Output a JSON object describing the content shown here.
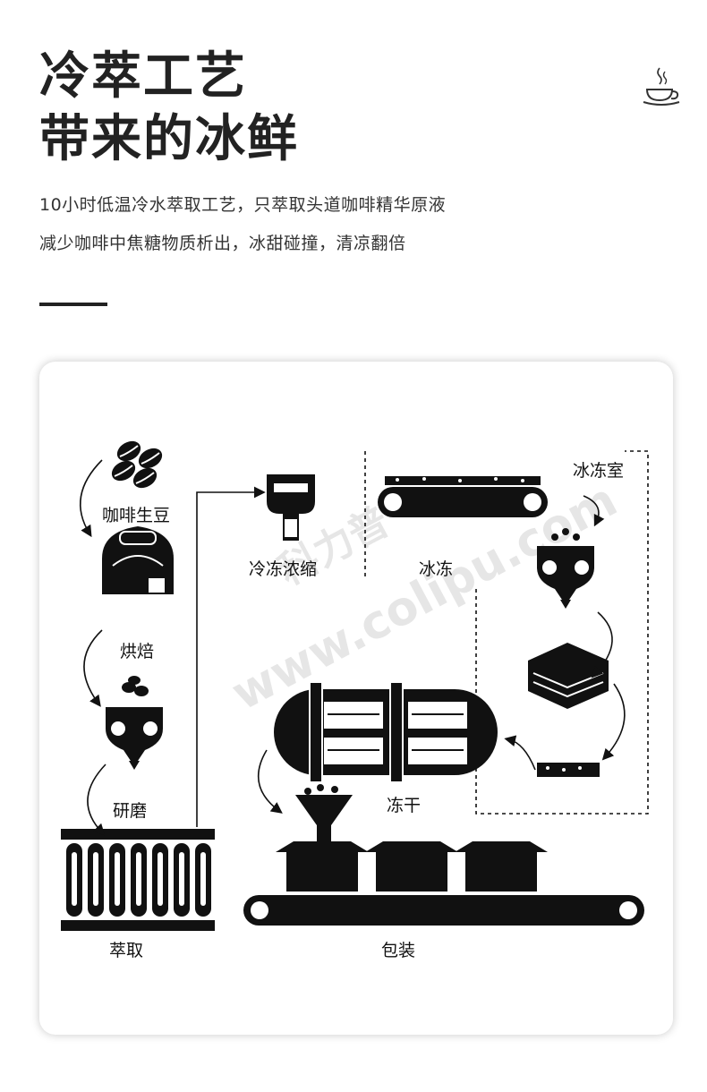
{
  "header": {
    "title_line1": "冷萃工艺",
    "title_line2": "带来的冰鲜",
    "subtitle_line1": "10小时低温冷水萃取工艺，只萃取头道咖啡精华原液",
    "subtitle_line2": "减少咖啡中焦糖物质析出，冰甜碰撞，清凉翻倍"
  },
  "diagram": {
    "steps": {
      "beans": "咖啡生豆",
      "roast": "烘焙",
      "grind": "研磨",
      "extract": "萃取",
      "concentrate": "冷冻浓缩",
      "freeze": "冰冻",
      "freezer_room": "冰冻室",
      "freeze_dry": "冻干",
      "package": "包装"
    },
    "watermark": "www.colipu.com",
    "watermark_brand": "科力普"
  },
  "icons": {
    "corner": "coffee-cup-icon"
  }
}
